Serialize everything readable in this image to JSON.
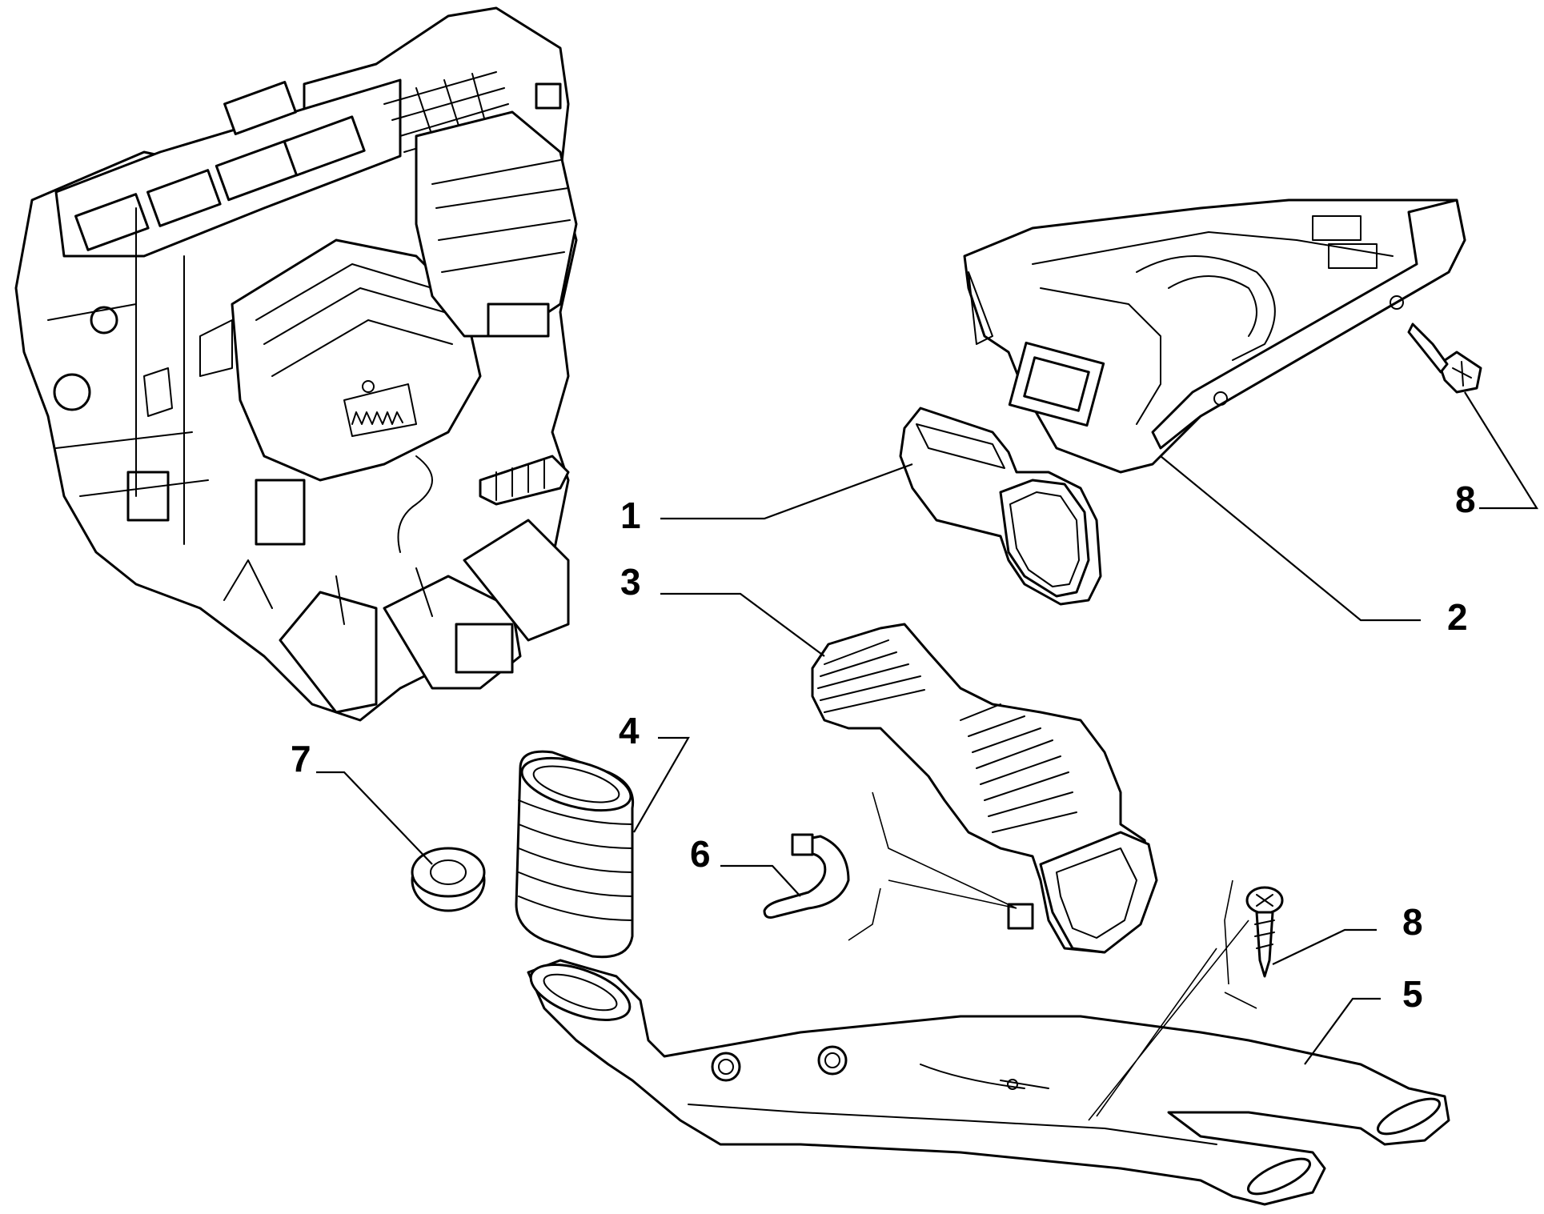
{
  "callouts": [
    {
      "id": "1",
      "label": "1"
    },
    {
      "id": "2",
      "label": "2"
    },
    {
      "id": "3",
      "label": "3"
    },
    {
      "id": "4",
      "label": "4"
    },
    {
      "id": "5",
      "label": "5"
    },
    {
      "id": "6",
      "label": "6"
    },
    {
      "id": "7",
      "label": "7"
    },
    {
      "id": "8a",
      "label": "8"
    },
    {
      "id": "8b",
      "label": "8"
    }
  ],
  "colors": {
    "line": "#000000",
    "background": "#ffffff"
  }
}
